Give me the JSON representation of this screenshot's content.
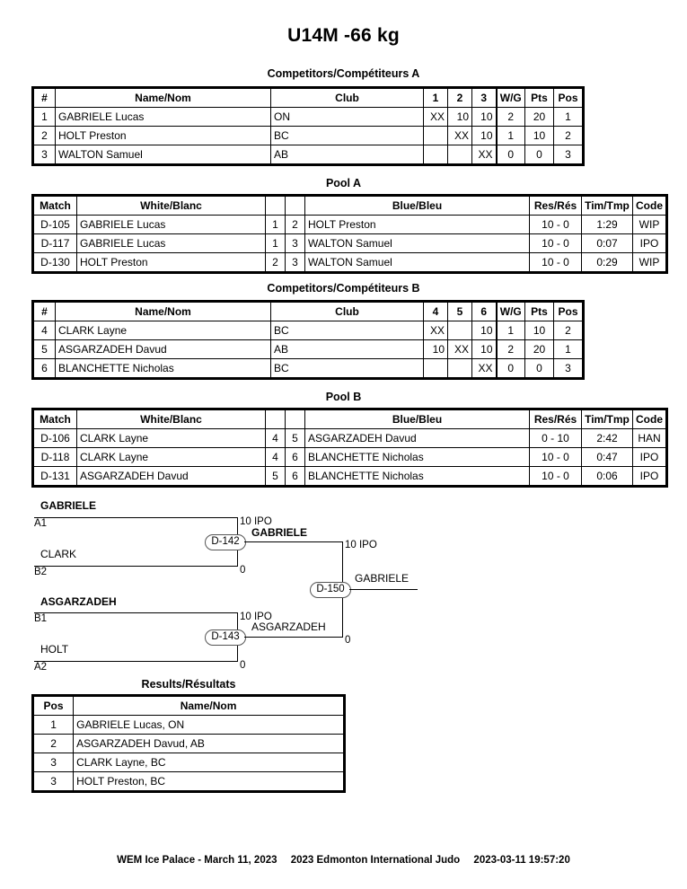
{
  "title": "U14M -66 kg",
  "sections": {
    "competitors_a": "Competitors/Compétiteurs A",
    "pool_a": "Pool A",
    "competitors_b": "Competitors/Compétiteurs B",
    "pool_b": "Pool B",
    "results": "Results/Résultats"
  },
  "competitor_headers": {
    "num": "#",
    "name": "Name/Nom",
    "club": "Club",
    "wg": "W/G",
    "pts": "Pts",
    "pos": "Pos"
  },
  "match_headers": {
    "match": "Match",
    "white": "White/Blanc",
    "blue": "Blue/Bleu",
    "res": "Res/Rés",
    "tim": "Tim/Tmp",
    "code": "Code"
  },
  "results_headers": {
    "pos": "Pos",
    "name": "Name/Nom"
  },
  "pool_a_competitors": {
    "matrix_cols": [
      "1",
      "2",
      "3"
    ],
    "rows": [
      {
        "num": "1",
        "name": "GABRIELE Lucas",
        "club": "ON",
        "m": [
          "XX",
          "10",
          "10"
        ],
        "wg": "2",
        "pts": "20",
        "pos": "1"
      },
      {
        "num": "2",
        "name": "HOLT Preston",
        "club": "BC",
        "m": [
          "",
          "XX",
          "10"
        ],
        "wg": "1",
        "pts": "10",
        "pos": "2"
      },
      {
        "num": "3",
        "name": "WALTON Samuel",
        "club": "AB",
        "m": [
          "",
          "",
          "XX"
        ],
        "wg": "0",
        "pts": "0",
        "pos": "3"
      }
    ]
  },
  "pool_a_matches": [
    {
      "match": "D-105",
      "white": "GABRIELE Lucas",
      "white_win": true,
      "s1": "1",
      "s2": "2",
      "blue": "HOLT Preston",
      "blue_win": false,
      "res": "10 - 0",
      "tim": "1:29",
      "code": "WIP"
    },
    {
      "match": "D-117",
      "white": "GABRIELE Lucas",
      "white_win": true,
      "s1": "1",
      "s2": "3",
      "blue": "WALTON Samuel",
      "blue_win": false,
      "res": "10 - 0",
      "tim": "0:07",
      "code": "IPO"
    },
    {
      "match": "D-130",
      "white": "HOLT Preston",
      "white_win": true,
      "s1": "2",
      "s2": "3",
      "blue": "WALTON Samuel",
      "blue_win": false,
      "res": "10 - 0",
      "tim": "0:29",
      "code": "WIP"
    }
  ],
  "pool_b_competitors": {
    "matrix_cols": [
      "4",
      "5",
      "6"
    ],
    "rows": [
      {
        "num": "4",
        "name": "CLARK Layne",
        "club": "BC",
        "m": [
          "XX",
          "",
          "10"
        ],
        "wg": "1",
        "pts": "10",
        "pos": "2"
      },
      {
        "num": "5",
        "name": "ASGARZADEH Davud",
        "club": "AB",
        "m": [
          "10",
          "XX",
          "10"
        ],
        "wg": "2",
        "pts": "20",
        "pos": "1"
      },
      {
        "num": "6",
        "name": "BLANCHETTE Nicholas",
        "club": "BC",
        "m": [
          "",
          "",
          "XX"
        ],
        "wg": "0",
        "pts": "0",
        "pos": "3"
      }
    ]
  },
  "pool_b_matches": [
    {
      "match": "D-106",
      "white": "CLARK Layne",
      "white_win": false,
      "s1": "4",
      "s2": "5",
      "blue": "ASGARZADEH Davud",
      "blue_win": true,
      "res": "0 - 10",
      "tim": "2:42",
      "code": "HAN"
    },
    {
      "match": "D-118",
      "white": "CLARK Layne",
      "white_win": true,
      "s1": "4",
      "s2": "6",
      "blue": "BLANCHETTE Nicholas",
      "blue_win": false,
      "res": "10 - 0",
      "tim": "0:47",
      "code": "IPO"
    },
    {
      "match": "D-131",
      "white": "ASGARZADEH Davud",
      "white_win": true,
      "s1": "5",
      "s2": "6",
      "blue": "BLANCHETTE Nicholas",
      "blue_win": false,
      "res": "10 - 0",
      "tim": "0:06",
      "code": "IPO"
    }
  ],
  "bracket": {
    "semi_top": {
      "node": "D-142",
      "upper_name": "GABRIELE",
      "upper_seed": "A1",
      "lower_name": "CLARK",
      "lower_seed": "B2",
      "upper_score": "10 IPO",
      "lower_score": "0",
      "winner": "GABRIELE"
    },
    "semi_bottom": {
      "node": "D-143",
      "upper_name": "ASGARZADEH",
      "upper_seed": "B1",
      "lower_name": "HOLT",
      "lower_seed": "A2",
      "upper_score": "10 IPO",
      "lower_score": "0",
      "winner": "ASGARZADEH"
    },
    "final": {
      "node": "D-150",
      "upper_score": "10 IPO",
      "lower_score": "0",
      "winner": "GABRIELE"
    }
  },
  "results_rows": [
    {
      "pos": "1",
      "name": "GABRIELE Lucas, ON"
    },
    {
      "pos": "2",
      "name": "ASGARZADEH Davud, AB"
    },
    {
      "pos": "3",
      "name": "CLARK Layne, BC"
    },
    {
      "pos": "3",
      "name": "HOLT Preston, BC"
    }
  ],
  "footer": {
    "venue": "WEM Ice Palace - March 11, 2023",
    "event": "2023 Edmonton International Judo",
    "timestamp": "2023-03-11 19:57:20"
  }
}
